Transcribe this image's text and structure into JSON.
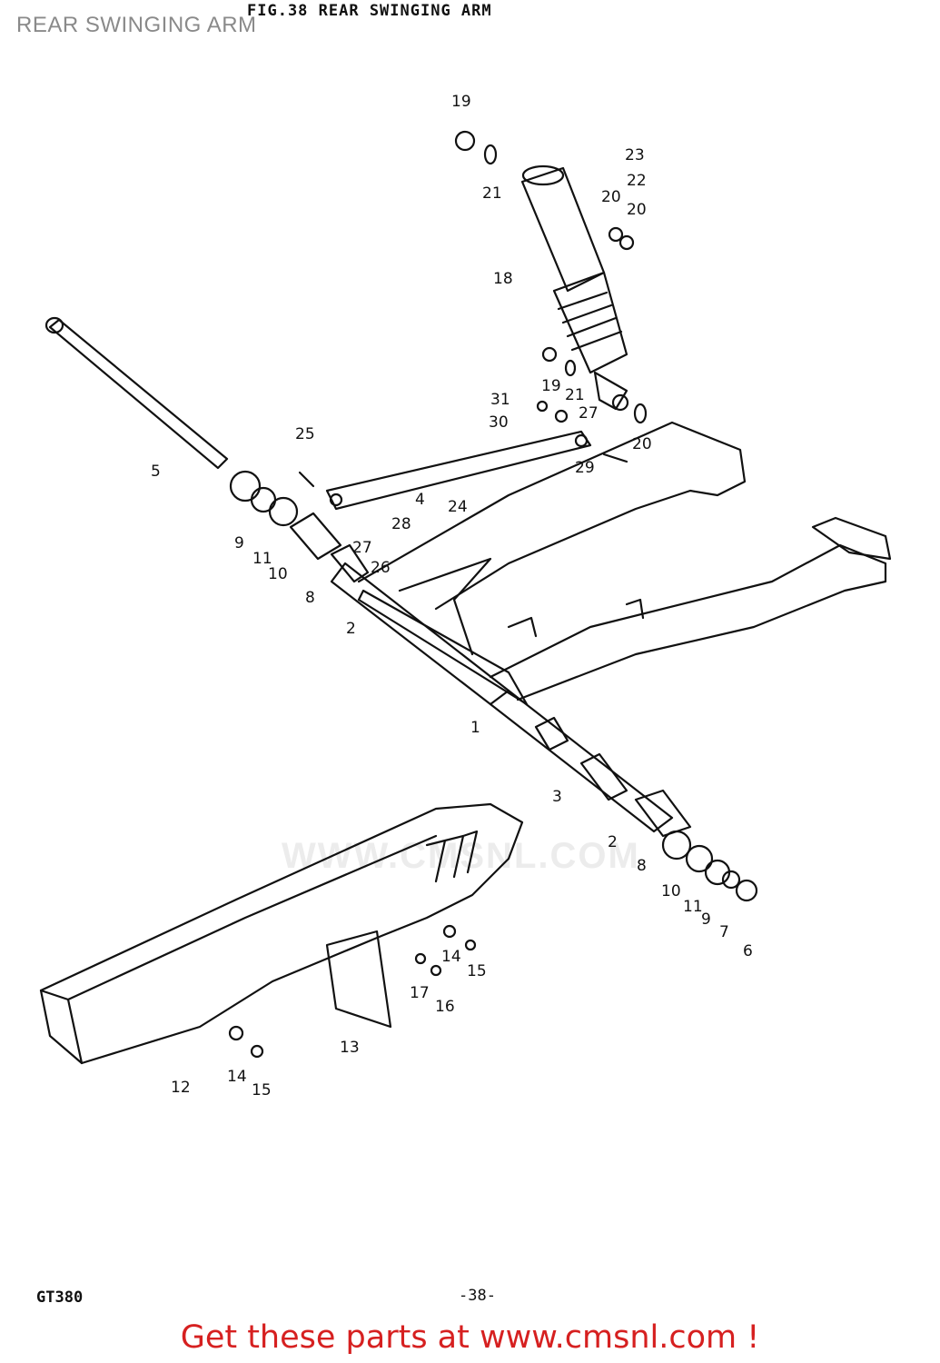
{
  "header": {
    "page_title": "REAR SWINGING ARM",
    "figure_title": "FIG.38 REAR SWINGING ARM"
  },
  "diagram": {
    "callouts": [
      "19",
      "21",
      "23",
      "22",
      "20",
      "20",
      "18",
      "19",
      "21",
      "31",
      "30",
      "27",
      "20",
      "29",
      "5",
      "25",
      "24",
      "4",
      "28",
      "27",
      "26",
      "9",
      "11",
      "10",
      "8",
      "2",
      "1",
      "3",
      "2",
      "8",
      "10",
      "11",
      "9",
      "7",
      "6",
      "14",
      "15",
      "17",
      "16",
      "13",
      "12",
      "14",
      "15"
    ]
  },
  "watermark": "WWW.CMSNL.COM",
  "footer": {
    "model": "GT380",
    "page_number": "-38-",
    "cta": "Get these parts at www.cmsnl.com !"
  },
  "colors": {
    "ink": "#111111",
    "cta": "#d62020",
    "watermark": "#ececec"
  }
}
